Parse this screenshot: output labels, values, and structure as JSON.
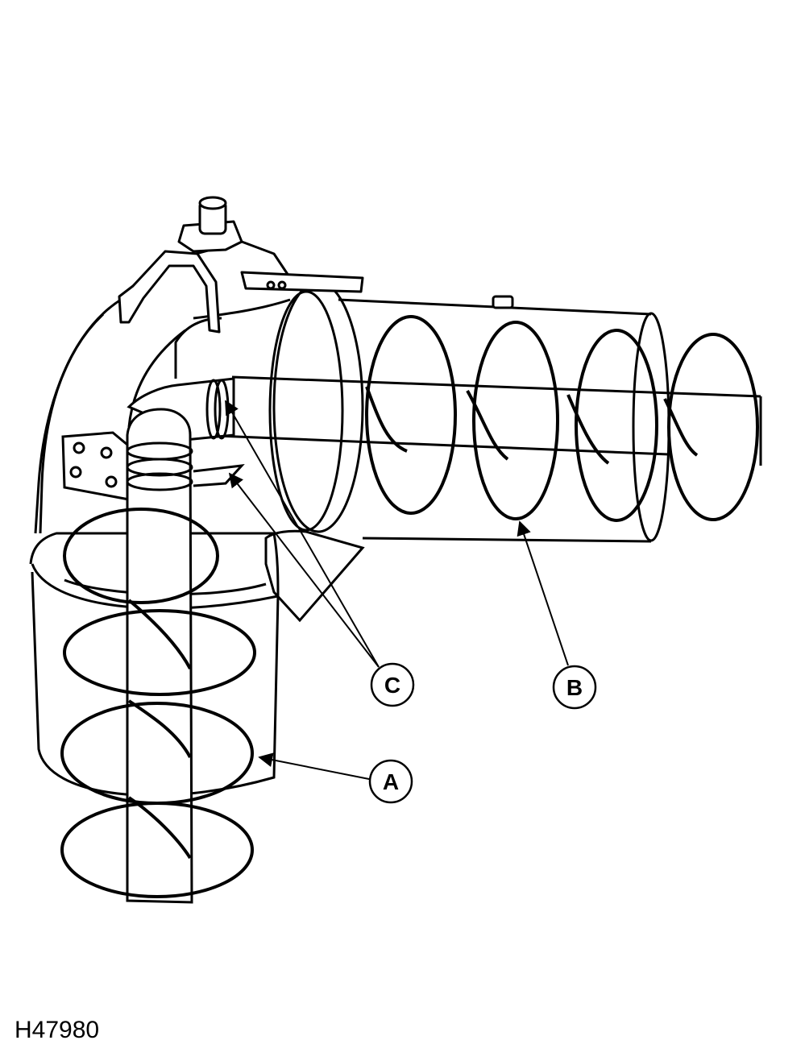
{
  "figure": {
    "id": "H47980",
    "callouts": [
      {
        "key": "a",
        "label": "A"
      },
      {
        "key": "b",
        "label": "B"
      },
      {
        "key": "c",
        "label": "C"
      }
    ]
  },
  "colors": {
    "ink": "#000000",
    "paper": "#ffffff"
  }
}
